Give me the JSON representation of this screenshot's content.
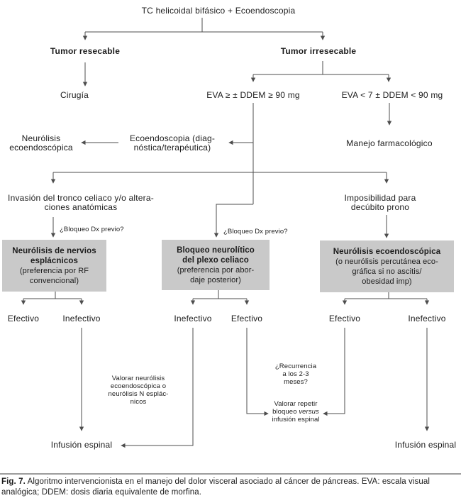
{
  "nodes": {
    "root": {
      "label": "TC helicoidal bifásico + Ecoendoscopia"
    },
    "resectable": {
      "label": "Tumor resecable"
    },
    "unresectable": {
      "label": "Tumor irresecable"
    },
    "surgery": {
      "label": "Cirugía"
    },
    "eva_high": {
      "label": "EVA ≥ ± DDEM ≥ 90 mg"
    },
    "eva_low": {
      "label": "EVA < 7 ± DDEM < 90 mg"
    },
    "neurolysis_eus": {
      "line1": "Neurólisis",
      "line2": "ecoendoscópica"
    },
    "eus_diag": {
      "line1": "Ecoendoscopia (diag-",
      "line2": "nóstica/terapéutica)"
    },
    "pharma": {
      "label": "Manejo farmacológico"
    },
    "invasion": {
      "line1": "Invasión del tronco celiaco y/o altera-",
      "line2": "ciones anatómicas"
    },
    "prone": {
      "line1": "Imposibilidad para",
      "line2": "decúbito prono"
    },
    "dx_left": {
      "label": "¿Bloqueo Dx previo?"
    },
    "dx_mid": {
      "label": "¿Bloqueo Dx previo?"
    },
    "box_splanchnic": {
      "bold1": "Neurólisis de nervios",
      "bold2": "esplácnicos",
      "sub1": "(preferencia por RF",
      "sub2": "convencional)"
    },
    "box_celiac": {
      "bold1": "Bloqueo neurolítico",
      "bold2": "del plexo celiaco",
      "sub1": "(preferencia por abor-",
      "sub2": "daje posterior)"
    },
    "box_eus": {
      "bold1": "Neurólisis ecoendoscópica",
      "sub1": "(o neurólisis percutánea eco-",
      "sub2": "gráfica si no ascitis/",
      "sub3": "obesidad imp)"
    },
    "outcome_left_effective": {
      "label": "Efectivo"
    },
    "outcome_left_ineffective": {
      "label": "Inefectivo"
    },
    "outcome_mid_ineffective": {
      "label": "Inefectivo"
    },
    "outcome_mid_effective": {
      "label": "Efectivo"
    },
    "outcome_right_effective": {
      "label": "Efectivo"
    },
    "outcome_right_ineffective": {
      "label": "Inefectivo"
    },
    "valorar_neurolysis": {
      "line1": "Valorar neurólisis",
      "line2": "ecoendoscópica o",
      "line3": "neurólisis N esplác-",
      "line4": "nicos"
    },
    "recurrence": {
      "line1": "¿Recurrencia",
      "line2": "a los 2-3",
      "line3": "meses?"
    },
    "valorar_repetir": {
      "line1": "Valorar repetir",
      "line2_pre": "bloqueo ",
      "line2_italic": "versus",
      "line3": "infusión espinal"
    },
    "spinal_left": {
      "label": "Infusión espinal"
    },
    "spinal_right": {
      "label": "Infusión espinal"
    }
  },
  "caption": {
    "prefix": "Fig. 7.",
    "text": " Algoritmo intervencionista en el manejo del dolor visceral asociado al cáncer de páncreas. EVA: escala visual analógica; DDEM: dosis diaria equivalente de morfina."
  },
  "colors": {
    "box_fill": "#c9c9c9",
    "line": "#4d4d4d",
    "background": "#ffffff"
  }
}
